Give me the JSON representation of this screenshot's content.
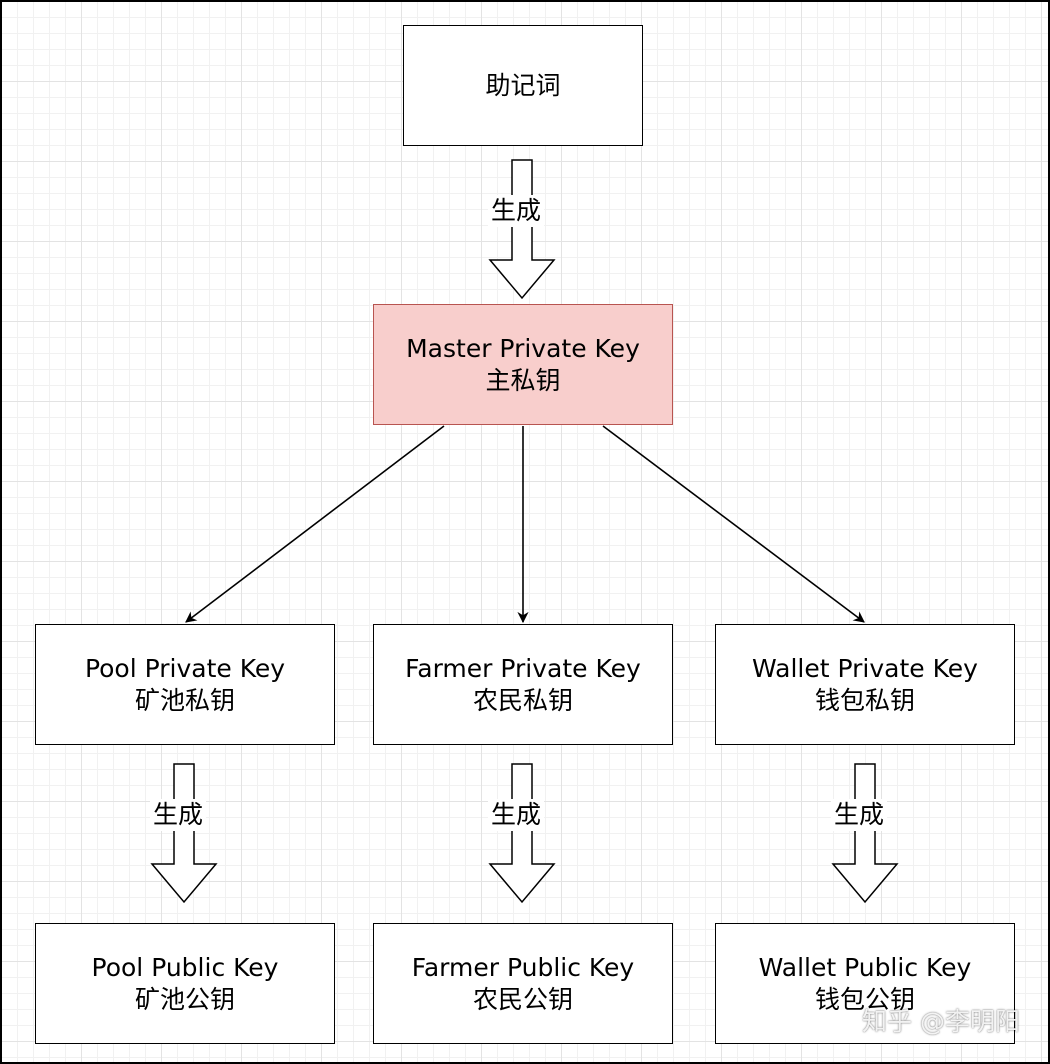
{
  "nodes": {
    "mnemonic": {
      "label": "助记词"
    },
    "master": {
      "line1": "Master Private Key",
      "line2": "主私钥"
    },
    "pool_private": {
      "line1": "Pool Private Key",
      "line2": "矿池私钥"
    },
    "farmer_private": {
      "line1": "Farmer Private Key",
      "line2": "农民私钥"
    },
    "wallet_private": {
      "line1": "Wallet Private Key",
      "line2": "钱包私钥"
    },
    "pool_public": {
      "line1": "Pool Public Key",
      "line2": "矿池公钥"
    },
    "farmer_public": {
      "line1": "Farmer Public Key",
      "line2": "农民公钥"
    },
    "wallet_public": {
      "line1": "Wallet Public Key",
      "line2": "钱包公钥"
    }
  },
  "edge_labels": {
    "generate_top": "生成",
    "generate_pool": "生成",
    "generate_farmer": "生成",
    "generate_wallet": "生成"
  },
  "watermark": "知乎 @李明阳",
  "colors": {
    "master_fill": "#f8cecc",
    "master_stroke": "#b85450",
    "stroke": "#000000"
  }
}
